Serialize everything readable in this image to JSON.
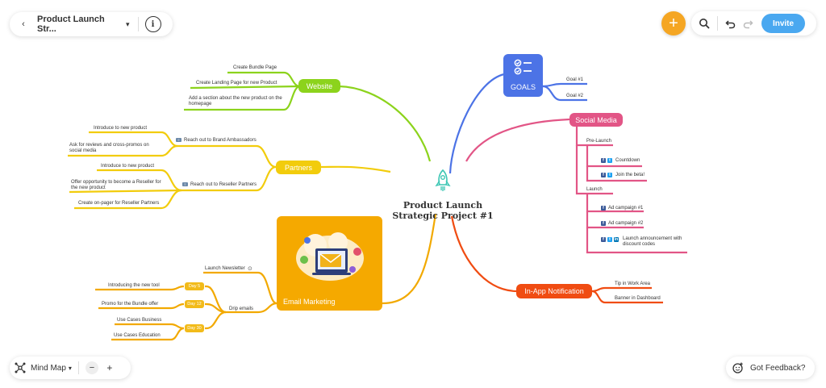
{
  "toolbar": {
    "title": "Product Launch Str...",
    "invite_label": "Invite",
    "view_label": "Mind Map",
    "feedback_label": "Got Feedback?"
  },
  "center": {
    "line1": "Product Launch",
    "line2": "Strategic Project #1"
  },
  "website": {
    "label": "Website",
    "items": [
      "Create Bundle Page",
      "Create Landing Page for new Product",
      "Add a section about the new product on the homepage"
    ]
  },
  "partners": {
    "label": "Partners",
    "brand": {
      "label": "Reach out to Brand Ambassadors",
      "items": [
        "Introduce to new product",
        "Ask for reviews and cross-promos on social media"
      ]
    },
    "reseller": {
      "label": "Reach out to Reseller Partners",
      "items": [
        "Introduce to new product",
        "Offer opportunity to become a Reseller for the new product",
        "Create on-pager for Reseller Partners"
      ]
    }
  },
  "email": {
    "label": "Email Marketing",
    "newsletter": "Launch Newsletter",
    "drip": "Drip emails",
    "days": [
      {
        "label": "Day 5",
        "items": [
          "Introducing the new tool"
        ]
      },
      {
        "label": "Day 12",
        "items": [
          "Promo for the Bundle offer"
        ]
      },
      {
        "label": "Day 30",
        "items": [
          "Use Cases Business",
          "Use Cases Education"
        ]
      }
    ]
  },
  "goals": {
    "label": "GOALS",
    "items": [
      "Goal #1",
      "Goal #2"
    ]
  },
  "social": {
    "label": "Social Media",
    "prelaunch": {
      "label": "Pre-Launch",
      "items": [
        "Countdown",
        "Join the beta!"
      ]
    },
    "launch": {
      "label": "Launch",
      "items": [
        "Ad campaign #1",
        "Ad campaign #2",
        "Launch announcement with discount codes"
      ]
    }
  },
  "inapp": {
    "label": "In-App Notification",
    "items": [
      "Tip in Work Area",
      "Banner in Dashboard"
    ]
  },
  "colors": {
    "website": "#8cd31c",
    "partners": "#f2cc0c",
    "email": "#f2a900",
    "goals": "#4c73e6",
    "social": "#e25586",
    "inapp": "#f04c12",
    "accent": "#f5a623",
    "invite": "#4aa8f0",
    "center_icon": "#3cc6b4"
  }
}
